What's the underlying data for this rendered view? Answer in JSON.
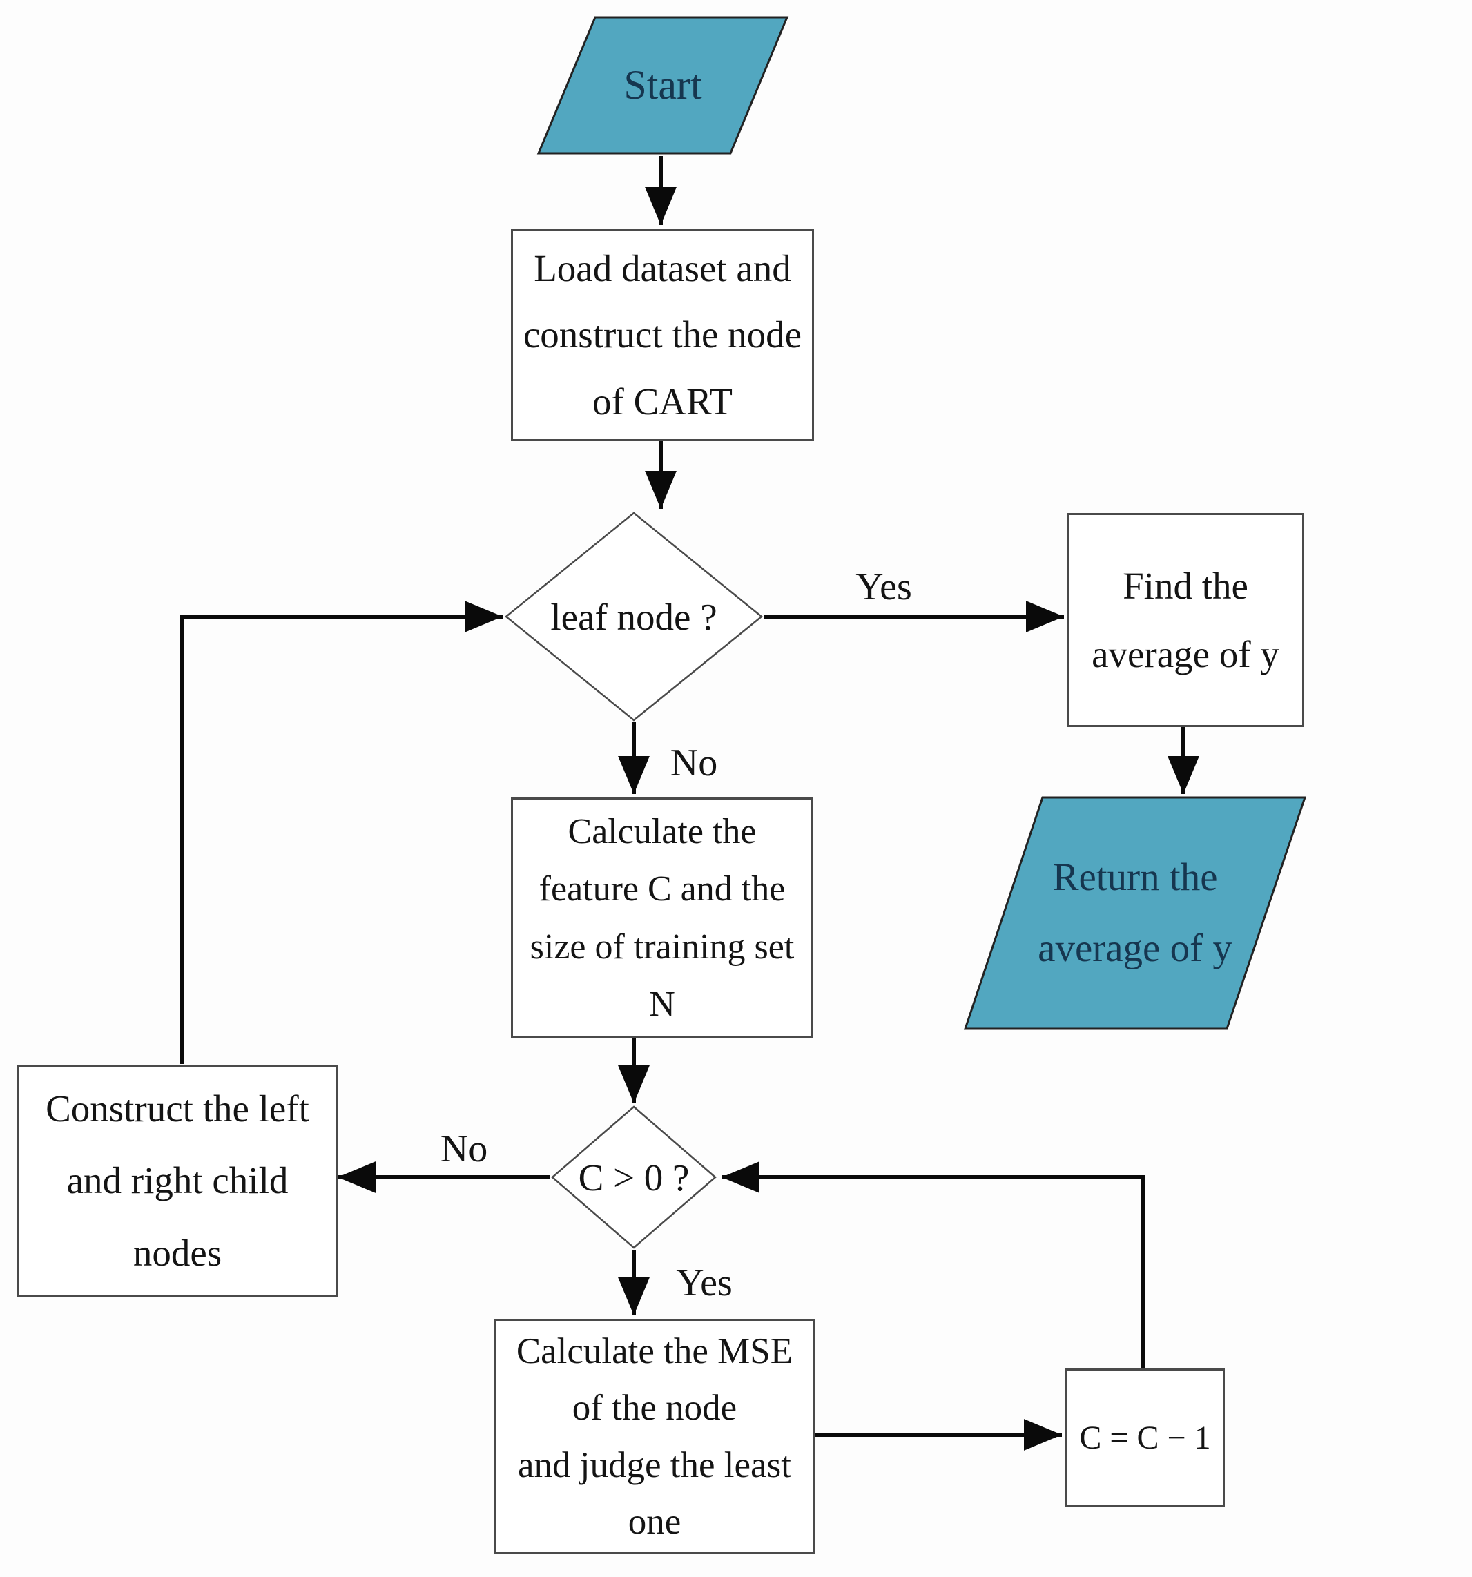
{
  "flowchart": {
    "nodes": {
      "start": {
        "type": "terminal",
        "label": "Start"
      },
      "load": {
        "type": "process",
        "label": "Load dataset and\nconstruct the node\nof CART"
      },
      "leaf_decision": {
        "type": "decision",
        "label": "leaf node ?"
      },
      "find_average": {
        "type": "process",
        "label": "Find the\naverage of y"
      },
      "return_average": {
        "type": "terminal",
        "label": "Return the\naverage of y"
      },
      "calc_feature": {
        "type": "process",
        "label": "Calculate the\nfeature C and the\nsize of training set\nN"
      },
      "c_decision": {
        "type": "decision",
        "label": "C > 0 ?"
      },
      "construct_children": {
        "type": "process",
        "label": "Construct the left\nand right child\nnodes"
      },
      "calc_mse": {
        "type": "process",
        "label": "Calculate the MSE\nof the node\nand judge the least\none"
      },
      "decrement_c": {
        "type": "process",
        "label": "C = C − 1"
      }
    },
    "edge_labels": {
      "leaf_yes": "Yes",
      "leaf_no": "No",
      "c_no": "No",
      "c_yes": "Yes"
    },
    "colors": {
      "terminal_fill": "#52a7c0",
      "terminal_text": "#16364f",
      "process_fill": "#ffffff",
      "shape_border": "#4a4a4a",
      "connector": "#0a0a0a",
      "text": "#141414",
      "background": "#fdfdfd"
    }
  }
}
